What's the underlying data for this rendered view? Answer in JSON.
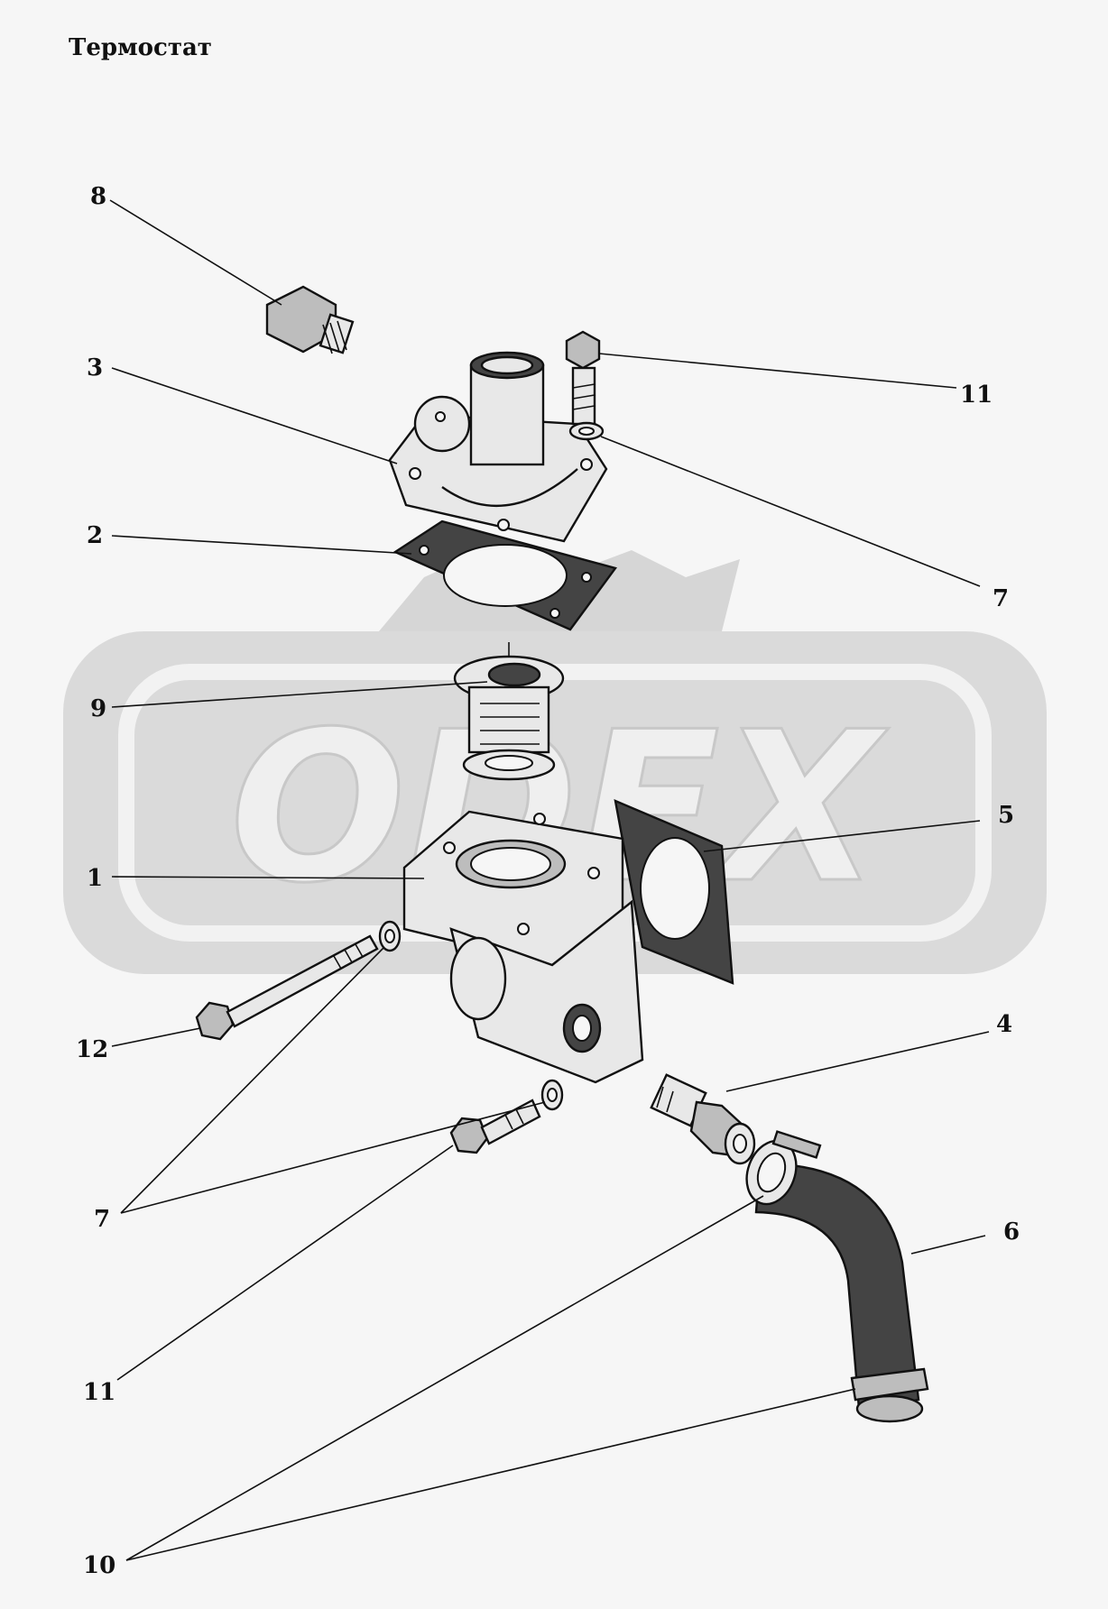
{
  "title": "Термостат",
  "watermark": {
    "text": "ODEX",
    "color": "#d2d2d2"
  },
  "callouts": [
    {
      "id": "8",
      "text": "8"
    },
    {
      "id": "3",
      "text": "3"
    },
    {
      "id": "11a",
      "text": "11"
    },
    {
      "id": "7a",
      "text": "7"
    },
    {
      "id": "2",
      "text": "2"
    },
    {
      "id": "9",
      "text": "9"
    },
    {
      "id": "5",
      "text": "5"
    },
    {
      "id": "1",
      "text": "1"
    },
    {
      "id": "4",
      "text": "4"
    },
    {
      "id": "12",
      "text": "12"
    },
    {
      "id": "6",
      "text": "6"
    },
    {
      "id": "7b",
      "text": "7"
    },
    {
      "id": "11b",
      "text": "11"
    },
    {
      "id": "10",
      "text": "10"
    }
  ]
}
